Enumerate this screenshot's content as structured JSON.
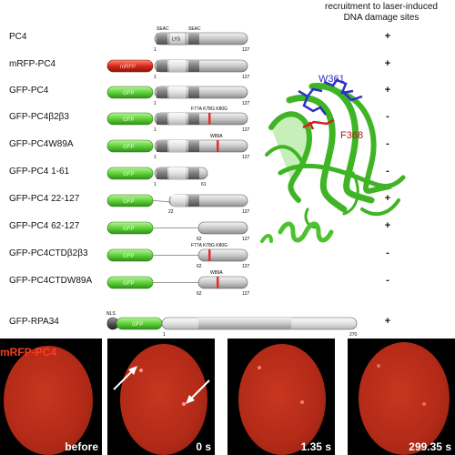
{
  "header": {
    "line1": "recruitment to laser-induced",
    "line2": "DNA damage sites"
  },
  "constructs": [
    {
      "name": "PC4",
      "result": "+"
    },
    {
      "name": "mRFP-PC4",
      "result": "+"
    },
    {
      "name": "GFP-PC4",
      "result": "+"
    },
    {
      "name": "GFP-PC4β2β3",
      "result": "-"
    },
    {
      "name": "GFP-PC4W89A",
      "result": "-"
    },
    {
      "name": "GFP-PC4 1-61",
      "result": "-"
    },
    {
      "name": "GFP-PC4 22-127",
      "result": "+"
    },
    {
      "name": "GFP-PC4 62-127",
      "result": "+"
    },
    {
      "name": "GFP-PC4CTDβ2β3",
      "result": "-"
    },
    {
      "name": "GFP-PC4CTDW89A",
      "result": "-"
    },
    {
      "name": "GFP-RPA34",
      "result": "+"
    }
  ],
  "domain_labels": {
    "seac": "SEAC",
    "lys": "LYS",
    "tag_mrfp": "mRFP",
    "tag_gfp": "GFP",
    "nls": "NLS",
    "mut_b2b3": "F77A K78G K80G",
    "mut_w89a": "W89A"
  },
  "ticks": {
    "t1": "1",
    "t22": "22",
    "t61": "61",
    "t62": "62",
    "t127": "127",
    "t270": "270"
  },
  "structure_labels": {
    "w361": "W361",
    "f368": "F368"
  },
  "microscopy": {
    "title": "mRFP-PC4",
    "panels": [
      {
        "time": "before"
      },
      {
        "time": "0 s"
      },
      {
        "time": "1.35 s"
      },
      {
        "time": "299.35 s"
      }
    ]
  },
  "colors": {
    "gfp": "#5fd23a",
    "mrfp": "#d8281a",
    "mutation": "#e0302a",
    "nucleus": "#c8361f",
    "helix_blue": "#2b2fc8",
    "helix_red": "#d22020"
  }
}
